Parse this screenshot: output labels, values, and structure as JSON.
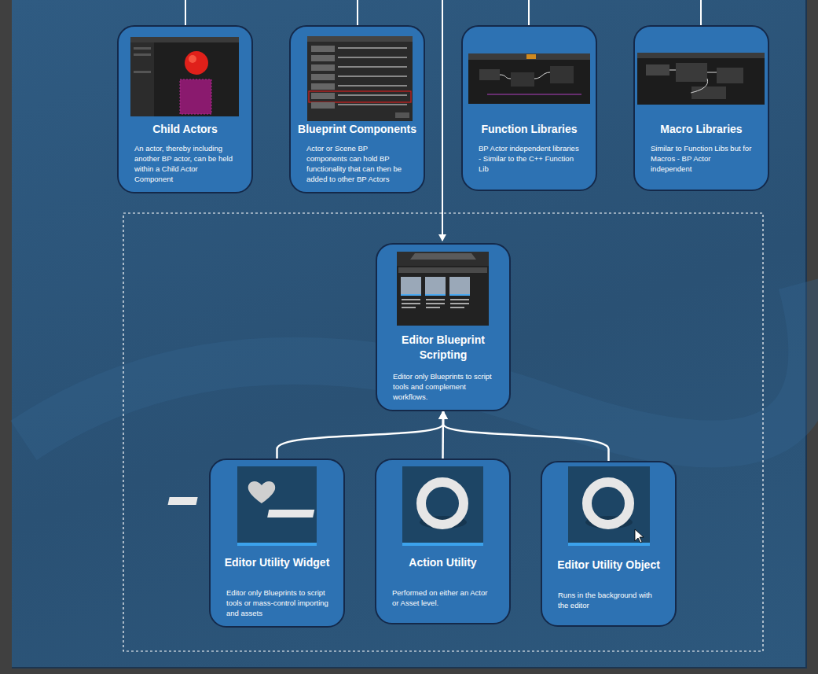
{
  "diagram": {
    "nodes": [
      {
        "text": [
          "Child Actors",
          "An actor, thereby including another BP actor, can be held within a Child Actor Component"
        ]
      },
      {
        "text": [
          "Blueprint Components",
          "Actor or Scene BP components can hold BP functionality that can then be added to other BP Actors"
        ]
      },
      {
        "text": [
          "Function Libraries",
          "BP Actor independent libraries - Similar to the C++ Function Lib"
        ]
      },
      {
        "text": [
          "Macro Libraries",
          "Similar to Function Libs but for Macros - BP Actor independent"
        ]
      },
      {
        "text": [
          "Editor Blueprint Scripting",
          "Editor only Blueprints to script tools and complement workflows."
        ]
      },
      {
        "text": [
          "Editor Utility Widget",
          "Editor only Blueprints to script tools or mass-control importing and assets"
        ]
      },
      {
        "text": [
          "Action Utility",
          "Performed on either an Actor or Asset level."
        ]
      },
      {
        "text": [
          "Editor Utility Object",
          "Runs in the background with the editor"
        ]
      }
    ],
    "edges": [
      {
        "from": 5,
        "to": 4,
        "arrow": "to"
      },
      {
        "from": 6,
        "to": 4,
        "arrow": "to"
      },
      {
        "from": 7,
        "to": 4,
        "arrow": "to"
      }
    ]
  }
}
